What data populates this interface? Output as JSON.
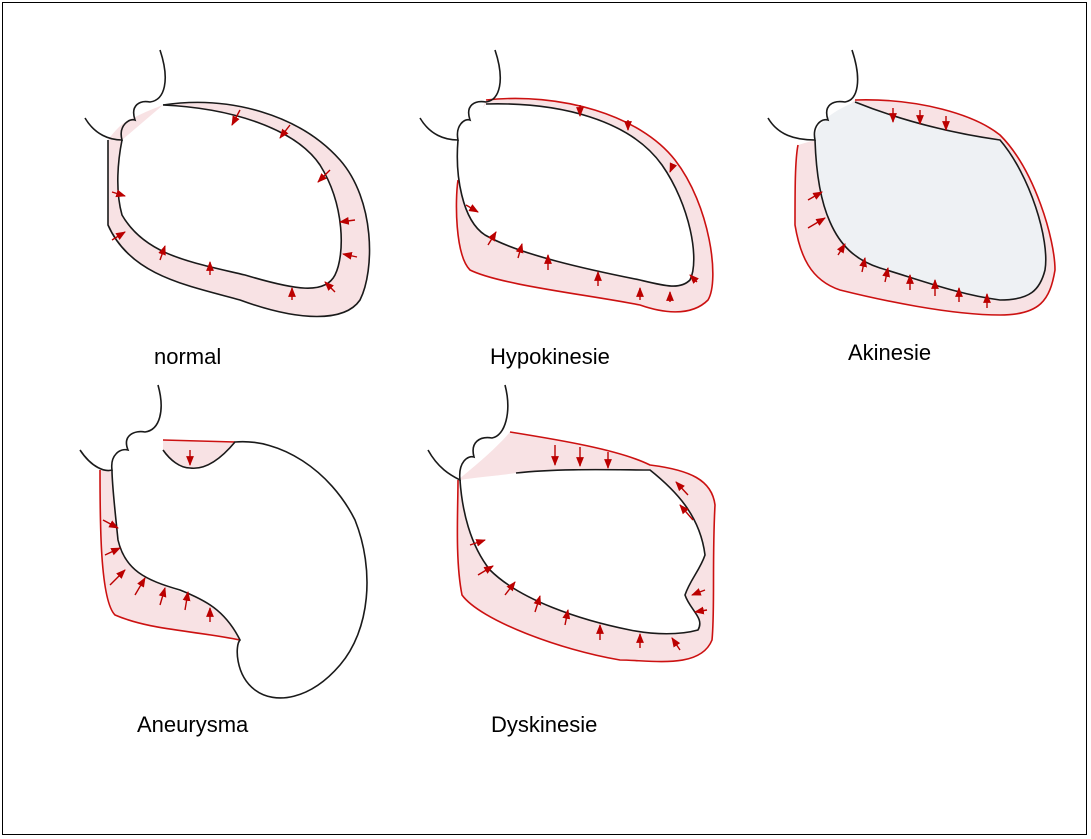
{
  "colors": {
    "outline": "#1a1a1a",
    "epicardium": "#cc1111",
    "arrow": "#bb0000",
    "wall_fill": "#f8e2e4",
    "cavity_fill": "#eef1f4"
  },
  "panels": [
    {
      "id": "normal",
      "label": "normal"
    },
    {
      "id": "hypokinesie",
      "label": "Hypokinesie"
    },
    {
      "id": "akinesie",
      "label": "Akinesie"
    },
    {
      "id": "aneurysma",
      "label": "Aneurysma"
    },
    {
      "id": "dyskinesie",
      "label": "Dyskinesie"
    }
  ]
}
